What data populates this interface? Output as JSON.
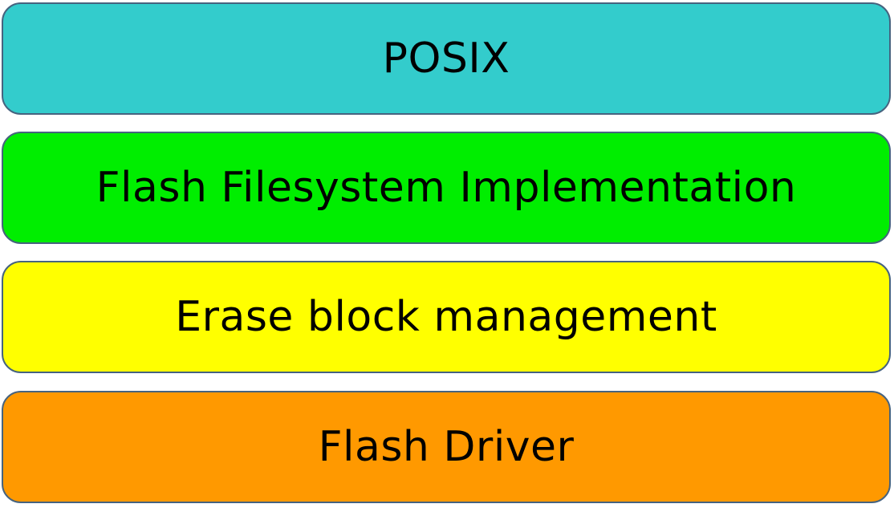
{
  "layers": [
    {
      "label": "POSIX",
      "color": "#33cccc"
    },
    {
      "label": "Flash Filesystem Implementation",
      "color": "#00ee00"
    },
    {
      "label": "Erase block management",
      "color": "#ffff00"
    },
    {
      "label": "Flash Driver",
      "color": "#ff9900"
    }
  ],
  "border_color": "#46637f"
}
